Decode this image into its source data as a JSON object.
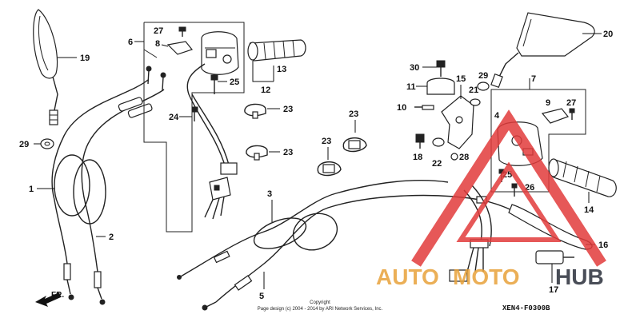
{
  "labels": {
    "l1": "1",
    "l2": "2",
    "l3": "3",
    "l5": "5",
    "l6": "6",
    "l7": "7",
    "l8": "8",
    "l9": "9",
    "l10": "10",
    "l11": "11",
    "l12": "12",
    "l13": "13",
    "l14": "14",
    "l15": "15",
    "l16": "16",
    "l17": "17",
    "l18": "18",
    "l19": "19",
    "l20": "20",
    "l21": "21",
    "l22": "22",
    "l23a": "23",
    "l23b": "23",
    "l23c": "23",
    "l23d": "23",
    "l24": "24",
    "l25a": "25",
    "l25b": "25",
    "l26": "26",
    "l27a": "27",
    "l27b": "27",
    "l28": "28",
    "l29a": "29",
    "l29b": "29",
    "l30": "30"
  },
  "direction": "FR.",
  "copyright": {
    "line1": "Copyright",
    "line2": "Page design (c) 2004 - 2014 by ARI Network Services, Inc."
  },
  "diagram_code": "XEN4-F0300B",
  "watermark": {
    "brand_a": "AUTO",
    "brand_b": "MOTO",
    "brand_c": "HUB",
    "color_main": "#e8a23a",
    "color_red": "#e23b3b",
    "color_dark": "#2a2f3a"
  }
}
